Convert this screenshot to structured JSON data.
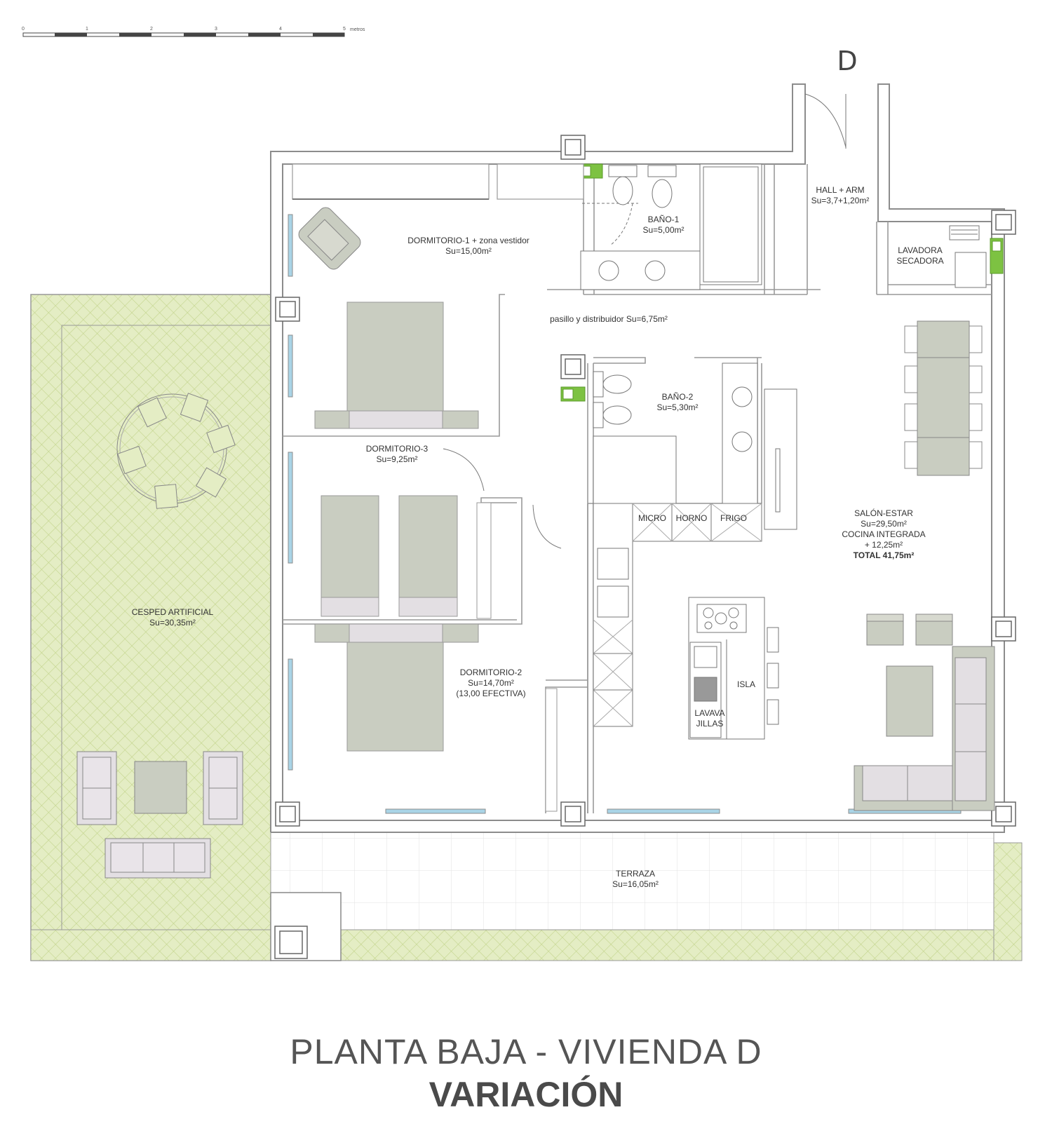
{
  "unit_label": "D",
  "scale": {
    "ticks": [
      "0",
      "1",
      "2",
      "3",
      "4",
      "5"
    ],
    "unit": "metros"
  },
  "rooms": {
    "hall": {
      "name": "HALL + ARM",
      "area": "Su=3,7+1,20m²"
    },
    "lavadora": {
      "line1": "LAVADORA",
      "line2": "SECADORA"
    },
    "bano1": {
      "name": "BAÑO-1",
      "area": "Su=5,00m²"
    },
    "dormitorio1": {
      "name": "DORMITORIO-1 + zona vestidor",
      "area": "Su=15,00m²"
    },
    "pasillo": {
      "name": "pasillo y distribuidor Su=6,75m²"
    },
    "bano2": {
      "name": "BAÑO-2",
      "area": "Su=5,30m²"
    },
    "dormitorio3": {
      "name": "DORMITORIO-3",
      "area": "Su=9,25m²"
    },
    "dormitorio2": {
      "name": "DORMITORIO-2",
      "area": "Su=14,70m²",
      "note": "(13,00 EFECTIVA)"
    },
    "salon": {
      "line1": "SALÓN-ESTAR",
      "line2": "Su=29,50m²",
      "line3": "COCINA INTEGRADA",
      "line4": "+ 12,25m²",
      "line5": "TOTAL 41,75m²"
    },
    "cesped": {
      "name": "CESPED ARTIFICIAL",
      "area": "Su=30,35m²"
    },
    "terraza": {
      "name": "TERRAZA",
      "area": "Su=16,05m²"
    }
  },
  "kitchen": {
    "micro": "MICRO",
    "horno": "HORNO",
    "frigo": "FRIGO",
    "isla": "ISLA",
    "lavava1": "LAVAVA",
    "lavava2": "JILLAS"
  },
  "title": {
    "main": "PLANTA BAJA - VIVIENDA D",
    "sub": "VARIACIÓN"
  },
  "colors": {
    "wall": "#8c8c8c",
    "furniture": "#c9cdc1",
    "furniture_light": "#e3dfe3",
    "grass": "#dde8b8",
    "glass": "#a9d4e6",
    "vent_green": "#7dc242"
  }
}
